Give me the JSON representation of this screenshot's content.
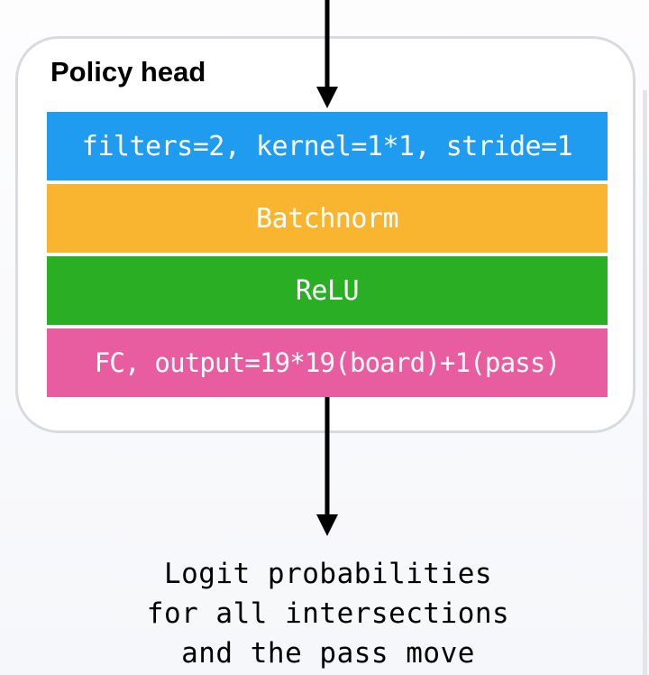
{
  "policy_head": {
    "title": "Policy head",
    "layers": [
      {
        "label": "filters=2, kernel=1*1, stride=1",
        "color": "#1f9bf0"
      },
      {
        "label": "Batchnorm",
        "color": "#f9b52f"
      },
      {
        "label": "ReLU",
        "color": "#2aaf24"
      },
      {
        "label": "FC, output=19*19(board)+1(pass)",
        "color": "#e85d9f"
      }
    ]
  },
  "output": {
    "lines": [
      "Logit probabilities",
      "for all intersections",
      "and the pass move"
    ]
  },
  "colors": {
    "arrow": "#000000",
    "panel_border": "#d9dadd"
  }
}
